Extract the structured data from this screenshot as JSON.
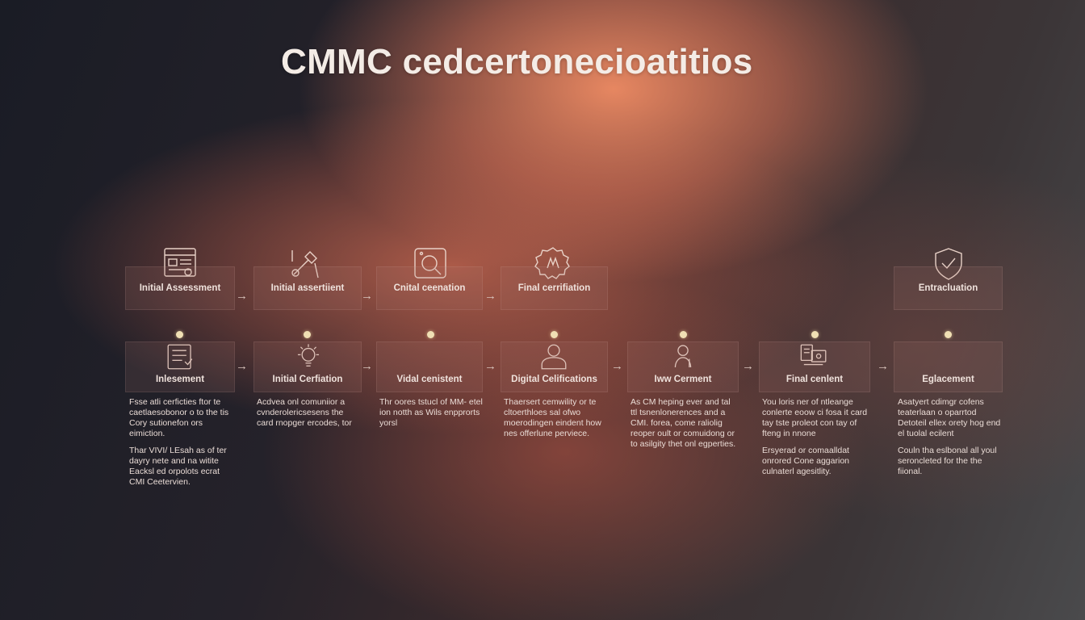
{
  "title": "CMMC cedcertonecioatitios",
  "row1": [
    {
      "label": "Initial Assessment",
      "icon": "document-icon"
    },
    {
      "label": "Initial assertiient",
      "icon": "tools-icon"
    },
    {
      "label": "Cnital ceenation",
      "icon": "search-icon"
    },
    {
      "label": "Final cerrifiation",
      "icon": "badge-icon"
    },
    {
      "label": "Entracluation",
      "icon": "shield-icon"
    }
  ],
  "row2": [
    {
      "label": "Inlesement",
      "icon": "checklist-icon",
      "desc": [
        "Fsse atli cerficties ftor te caetlaesobonor o to the tis Cory sutionefon ors eimiction.",
        "Thar VIVI/ LEsah as of ter dayry nete and na witite Eacksl ed orpolots ecrat CMI Ceetervien."
      ]
    },
    {
      "label": "Initial Cerfiation",
      "icon": "gear-bulb-icon",
      "desc": [
        "Acdvea onl comuniior a cvnderolericsesens the card rnopger ercodes, tor"
      ]
    },
    {
      "label": "Vidal cenistent",
      "icon": "",
      "desc": [
        "Thr oores tstucl of MM- etel ion notth as Wils enpprorts yorsl"
      ]
    },
    {
      "label": "Digital Celifications",
      "icon": "person-icon",
      "desc": [
        "Thaersert cemwility or te cltoerthloes sal ofwo moerodingen eindent how nes offerlune perviece."
      ]
    },
    {
      "label": "Iww Cerment",
      "icon": "user-icon",
      "desc": [
        "As CM heping ever and tal ttl tsnenlonerences and a CMI. forea, come raliolig reoper oult or comuidong or to asilgity thet onl egperties."
      ]
    },
    {
      "label": "Final cenlent",
      "icon": "devices-icon",
      "desc": [
        "You loris ner of ntleange conlerte eoow ci fosa it card tay tste proleot con tay of fteng in nnone",
        "Ersyerad or comaalldat onrored Cone aggarion culnaterl agesitlity."
      ]
    },
    {
      "label": "Eglacement",
      "icon": "",
      "desc": [
        "Asatyert cdimgr cofens teaterlaan o oparrtod Detoteil ellex orety hog end el tuolal ecilent",
        "Couln tha eslbonal all youl seroncleted for the the fiional."
      ]
    }
  ]
}
